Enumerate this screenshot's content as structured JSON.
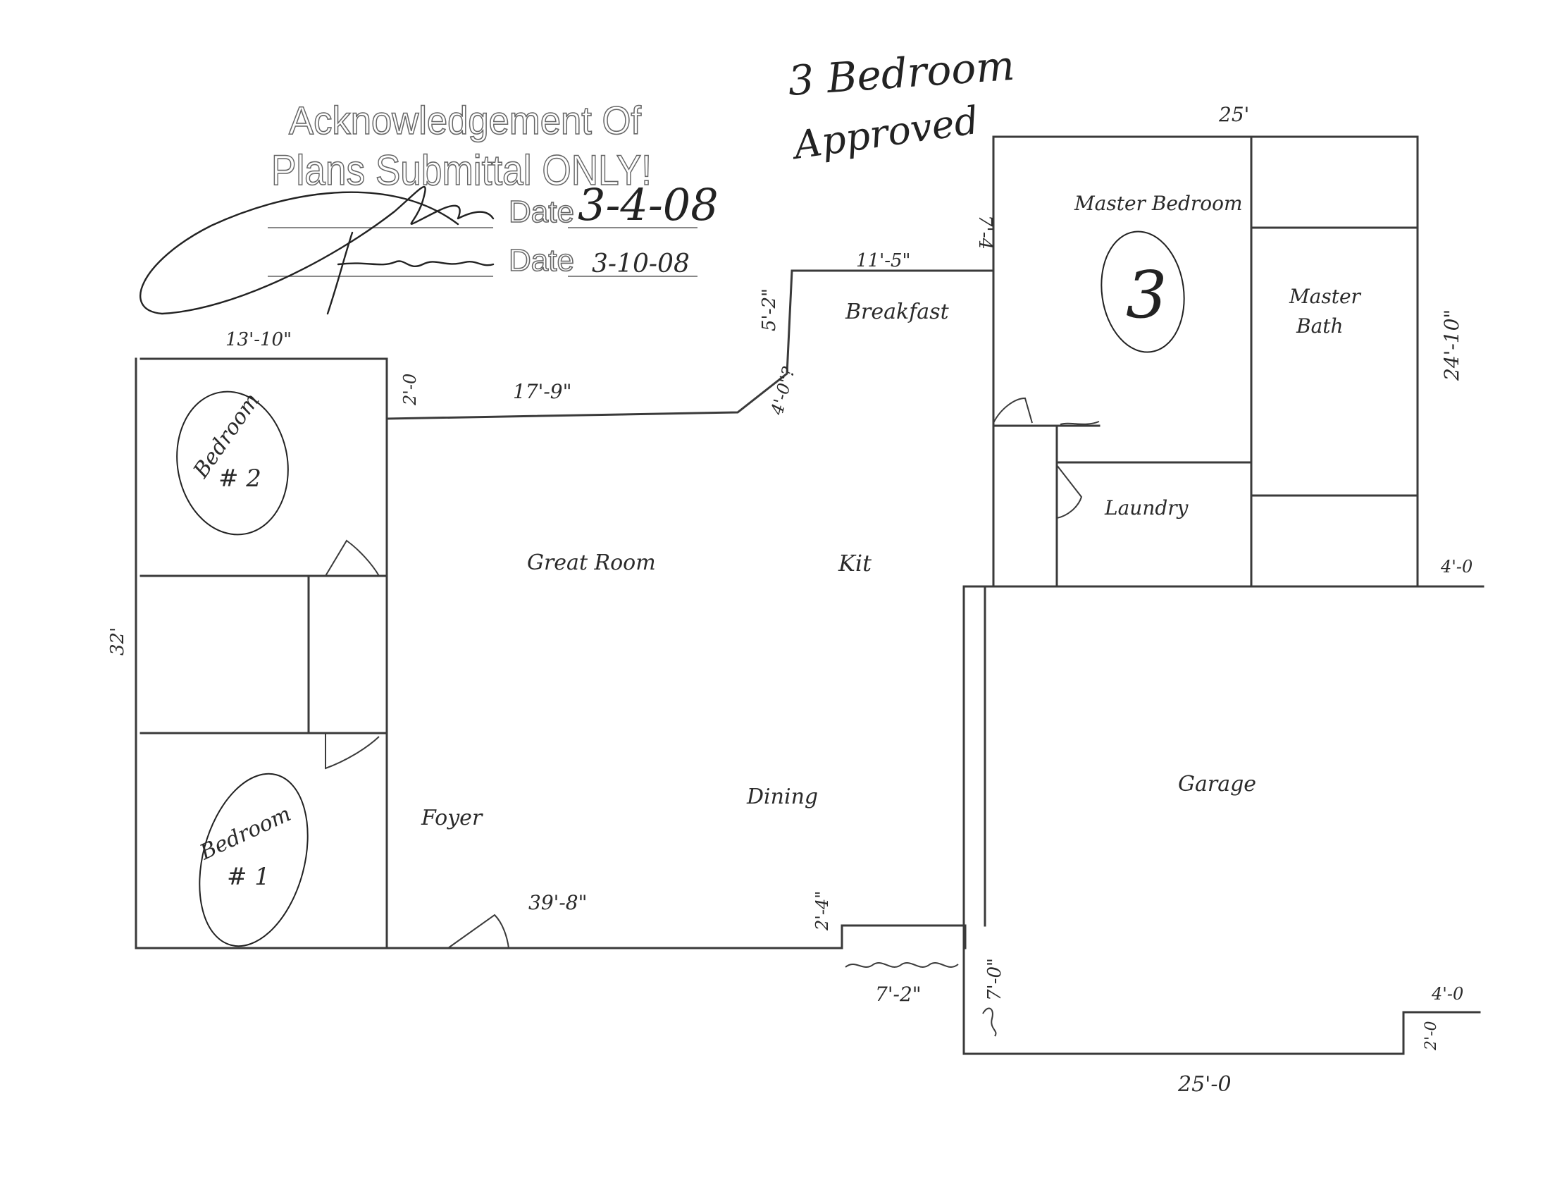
{
  "stamp": {
    "line1": "Acknowledgement Of",
    "line2": "Plans Submittal ONLY!",
    "date_label_1": "Date",
    "date_value_1": "3-4-08",
    "date_label_2": "Date",
    "date_value_2": "3-10-08"
  },
  "approval": {
    "line1": "3 Bedroom",
    "line2": "Approved"
  },
  "rooms": {
    "bedroom2_a": "Bedroom",
    "bedroom2_b": "# 2",
    "bedroom1_a": "Bedroom",
    "bedroom1_b": "# 1",
    "great_room": "Great Room",
    "kit": "Kit",
    "foyer": "Foyer",
    "dining": "Dining",
    "breakfast": "Breakfast",
    "master_bedroom": "Master Bedroom",
    "master_bath_a": "Master",
    "master_bath_b": "Bath",
    "laundry": "Laundry",
    "garage": "Garage",
    "bedroom_count": "3"
  },
  "dimensions": {
    "d_25_top": "25'",
    "d_13_10": "13'-10\"",
    "d_2_0_left": "2'-0",
    "d_17_9": "17'-9\"",
    "d_4_0_diag": "4'-0\"?",
    "d_5_2": "5'-2\"",
    "d_11_5": "11'-5\"",
    "d_7_4": "7'-4",
    "d_24_10": "24'-10\"",
    "d_4_0_right": "4'-0",
    "d_32": "32'",
    "d_39_8": "39'-8\"",
    "d_2_4": "2'-4\"",
    "d_7_2": "7'-2\"",
    "d_7_0": "7'-0\"",
    "d_4_0_garage": "4'-0",
    "d_2_0_garage": "2'-0",
    "d_25_0": "25'-0"
  }
}
